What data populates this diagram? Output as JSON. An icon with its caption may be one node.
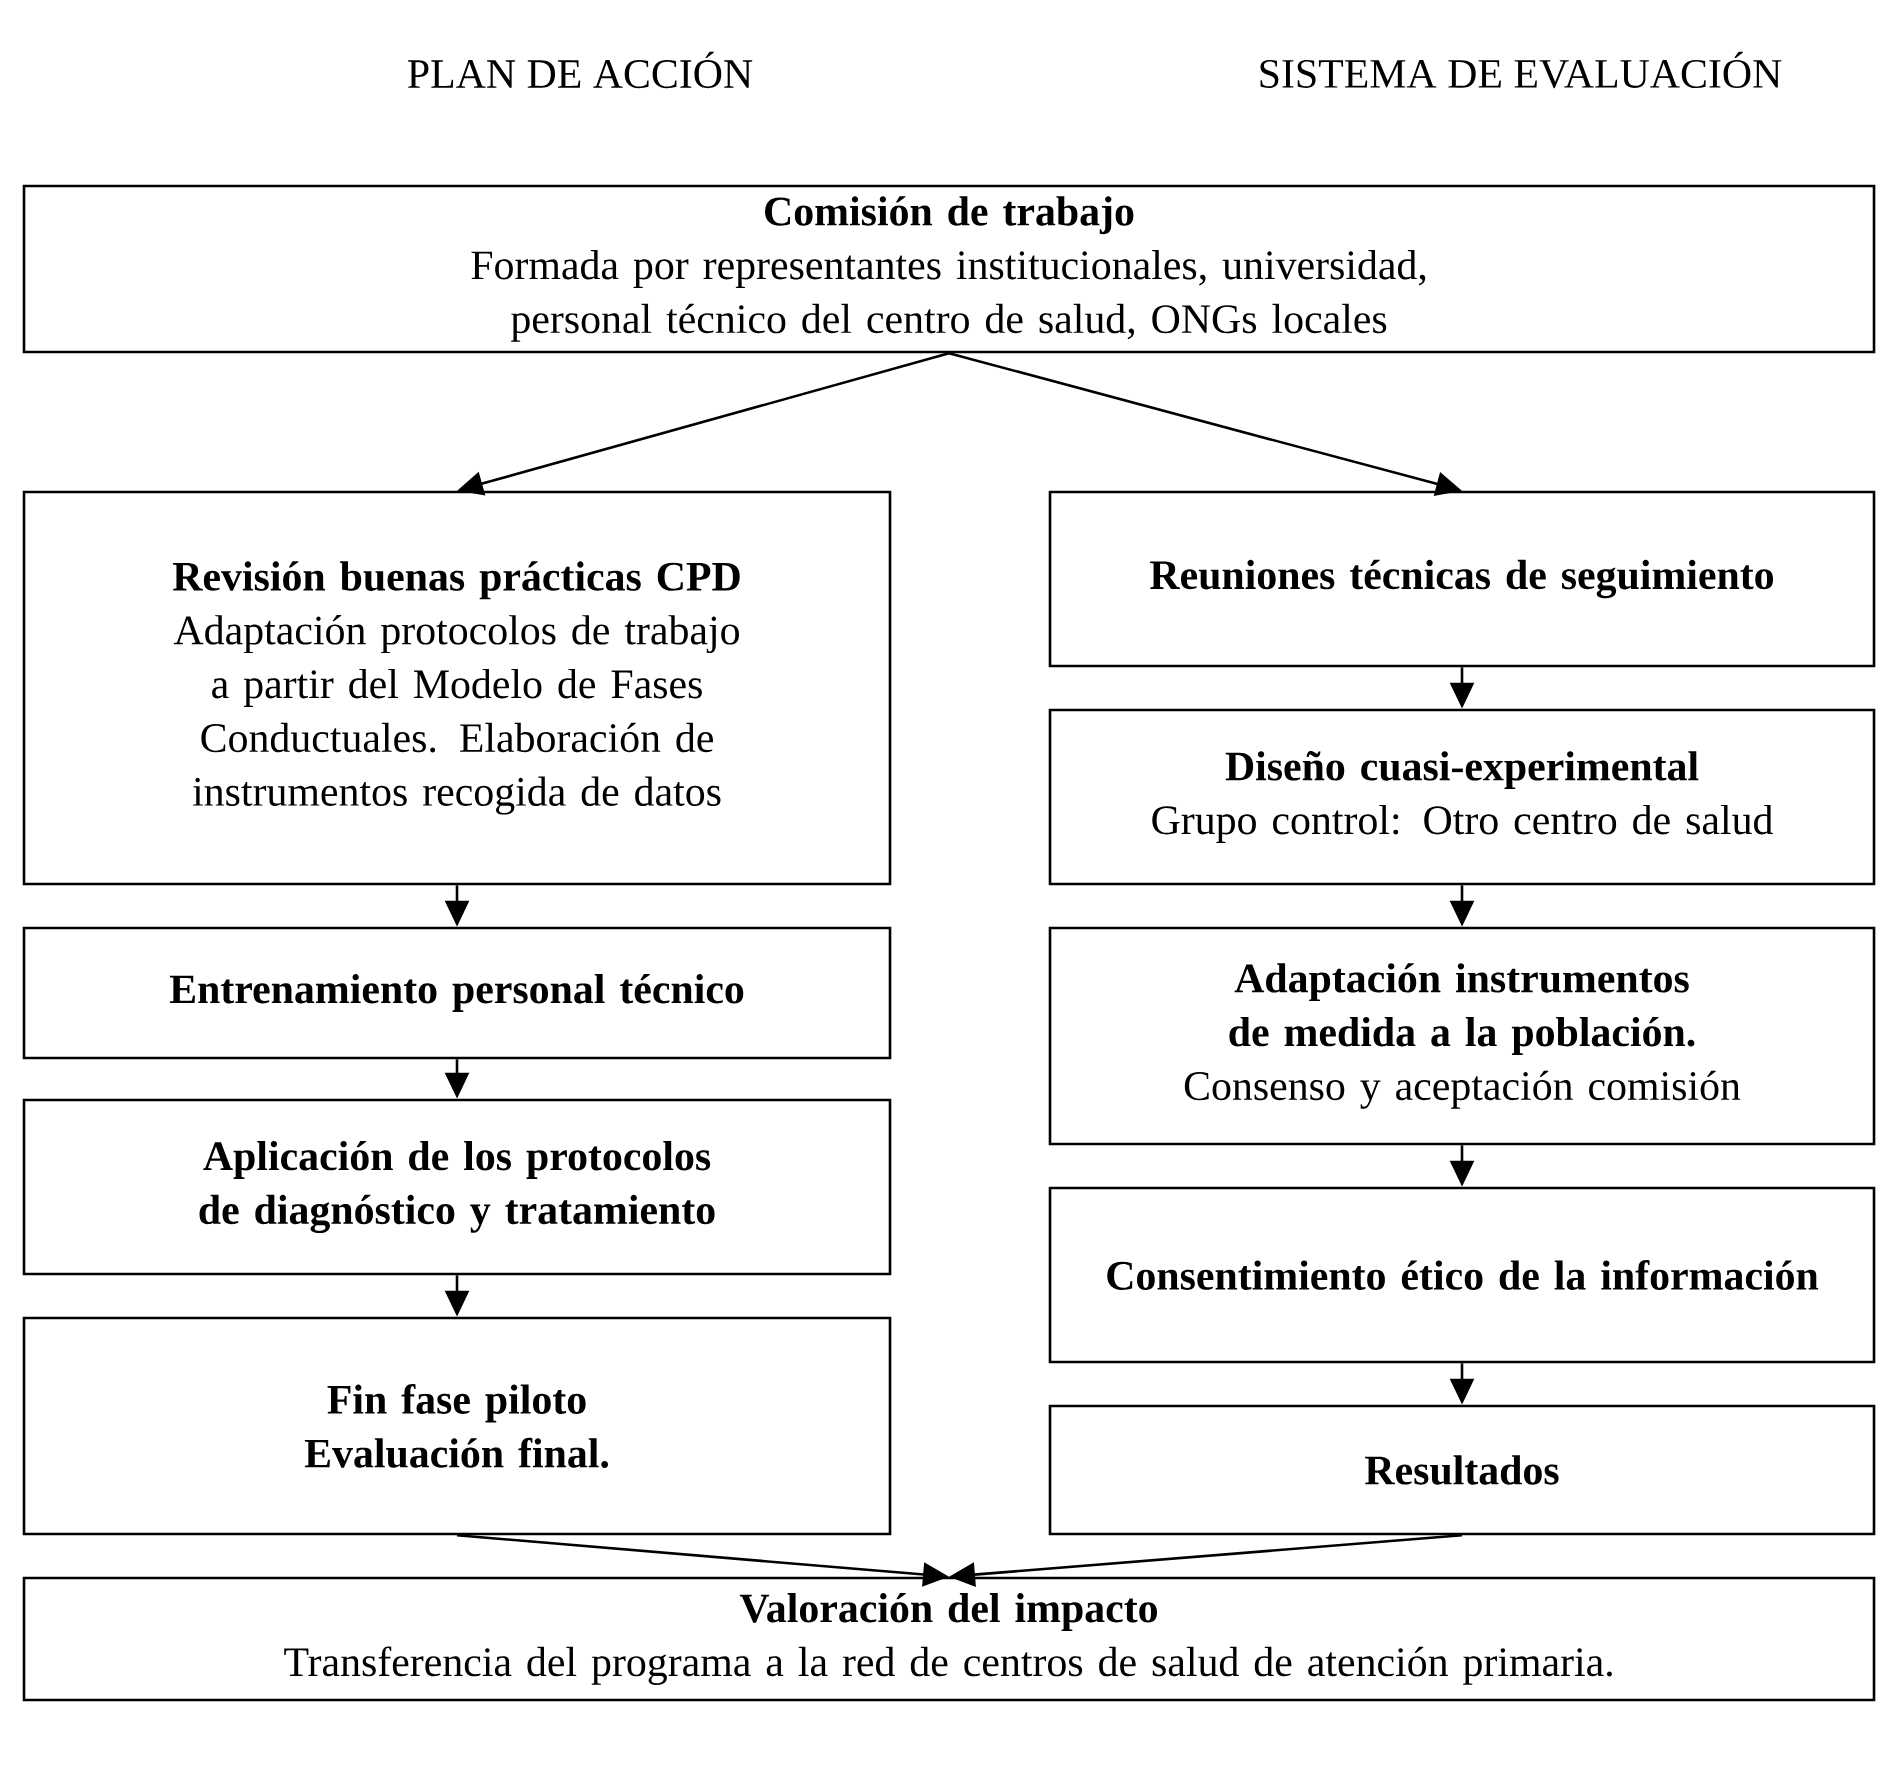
{
  "diagram": {
    "nodes": [
      {
        "text": [
          "Comisión de trabajo",
          "Formada por representantes institucionales, universidad, personal técnico del centro de salud, ONGs locales"
        ]
      },
      {
        "text": [
          "Revisión buenas prácticas CPD",
          "Adaptación protocolos de trabajo a partir del Modelo de Fases Conductuales. Elaboración de instrumentos recogida de datos"
        ]
      },
      {
        "text": [
          "Entrenamiento personal técnico"
        ]
      },
      {
        "text": [
          "Aplicación de los protocolos de diagnóstico y tratamiento"
        ]
      },
      {
        "text": [
          "Fin fase piloto",
          "Evaluación final."
        ]
      },
      {
        "text": [
          "Reuniones técnicas de seguimiento"
        ]
      },
      {
        "text": [
          "Diseño cuasi-experimental",
          "Grupo control: Otro centro de salud"
        ]
      },
      {
        "text": [
          "Adaptación instrumentos de medida a la población.",
          "Consenso y aceptación comisión"
        ]
      },
      {
        "text": [
          "Consentimiento ético de la información"
        ]
      },
      {
        "text": [
          "Resultados"
        ]
      },
      {
        "text": [
          "Valoración del impacto",
          "Transferencia del programa a la red de centros de salud de atención primaria."
        ]
      }
    ],
    "edges": [
      {
        "from": 0,
        "to": 1,
        "arrow": "to"
      },
      {
        "from": 0,
        "to": 5,
        "arrow": "to"
      },
      {
        "from": 1,
        "to": 2,
        "arrow": "to"
      },
      {
        "from": 2,
        "to": 3,
        "arrow": "to"
      },
      {
        "from": 3,
        "to": 4,
        "arrow": "to"
      },
      {
        "from": 5,
        "to": 6,
        "arrow": "to"
      },
      {
        "from": 6,
        "to": 7,
        "arrow": "to"
      },
      {
        "from": 7,
        "to": 8,
        "arrow": "to"
      },
      {
        "from": 8,
        "to": 9,
        "arrow": "to"
      },
      {
        "from": 4,
        "to": 10,
        "arrow": "to"
      },
      {
        "from": 9,
        "to": 10,
        "arrow": "to"
      }
    ],
    "labels": [
      "PLAN DE ACCIÓN",
      "SISTEMA DE EVALUACIÓN"
    ]
  }
}
